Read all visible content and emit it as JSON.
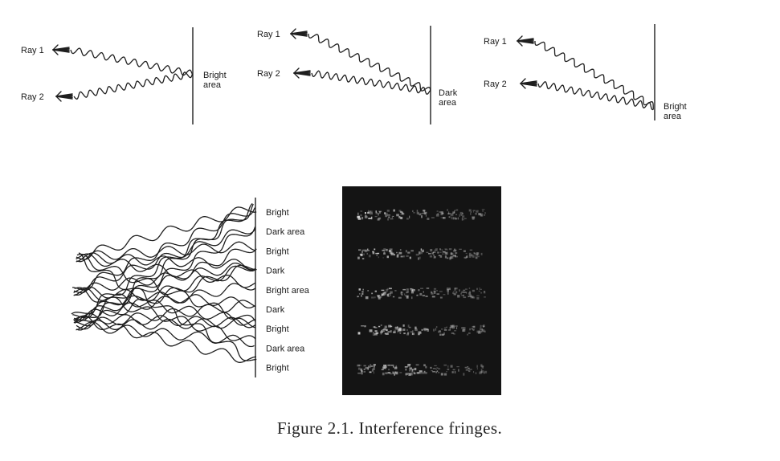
{
  "panels": [
    {
      "ray1": "Ray 1",
      "ray2": "Ray 2",
      "result_line1": "Bright",
      "result_line2": "area"
    },
    {
      "ray1": "Ray 1",
      "ray2": "Ray 2",
      "result_line1": "Dark",
      "result_line2": "area"
    },
    {
      "ray1": "Ray 1",
      "ray2": "Ray 2",
      "result_line1": "Bright",
      "result_line2": "area"
    }
  ],
  "fringe_labels": [
    "Bright",
    "Dark area",
    "Bright",
    "Dark",
    "Bright area",
    "Dark",
    "Bright",
    "Dark area",
    "Bright"
  ],
  "caption": "Figure 2.1. Interference fringes.",
  "colors": {
    "ink": "#1e1e1e",
    "photo_background": "#141414",
    "fringe_light": "#d8d8d8"
  }
}
